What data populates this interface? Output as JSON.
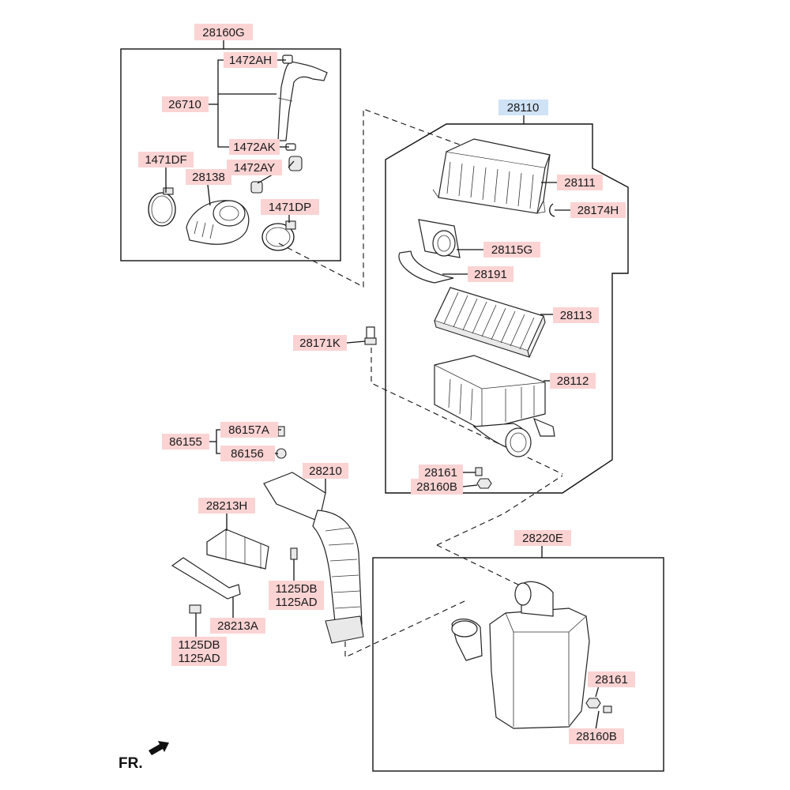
{
  "labels": {
    "p28160G": "28160G",
    "p1472AH": "1472AH",
    "p26710": "26710",
    "p1472AK": "1472AK",
    "p1471DF": "1471DF",
    "p1472AY": "1472AY",
    "p28138": "28138",
    "p1471DP": "1471DP",
    "p28110": "28110",
    "p28111": "28111",
    "p28174H": "28174H",
    "p28115G": "28115G",
    "p28191": "28191",
    "p28113": "28113",
    "p28171K": "28171K",
    "p28112": "28112",
    "p28161a": "28161",
    "p28160Ba": "28160B",
    "p86157A": "86157A",
    "p86155": "86155",
    "p86156": "86156",
    "p28210": "28210",
    "p28213H": "28213H",
    "p1125DBa": "1125DB",
    "p1125ADa": "1125AD",
    "p28213A": "28213A",
    "p1125DBb": "1125DB",
    "p1125ADb": "1125AD",
    "p28220E": "28220E",
    "p28161b": "28161",
    "p28160Bb": "28160B",
    "fr": "FR."
  },
  "highlight_colors": {
    "default_label_bg": "#fbd3d3",
    "selected_label_bg": "#cfe2f6"
  }
}
